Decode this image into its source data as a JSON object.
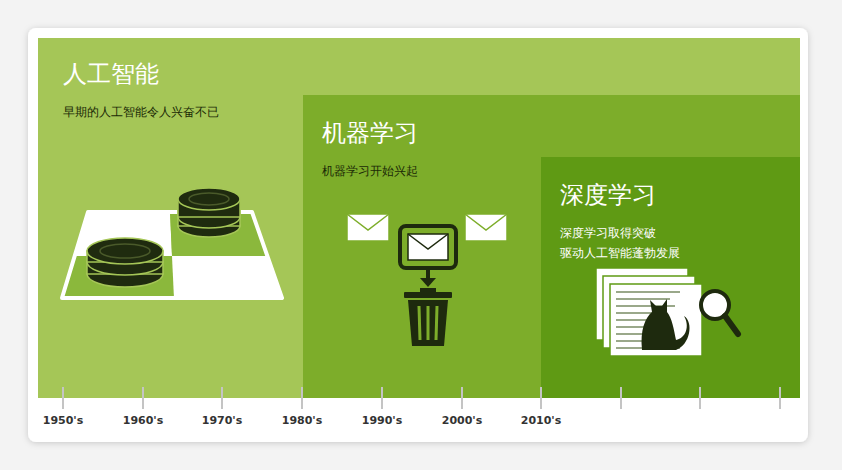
{
  "diagram": {
    "nodes": [
      {
        "text": [
          "人工智能",
          "早期的人工智能令人兴奋不已"
        ]
      },
      {
        "text": [
          "机器学习",
          "机器学习开始兴起"
        ],
        "in": 0
      },
      {
        "text": [
          "深度学习",
          "深度学习取得突破 驱动人工智能蓬勃发展"
        ],
        "in": 1
      }
    ],
    "labels": [
      "1950's",
      "1960's",
      "1970's",
      "1980's",
      "1990's",
      "2000's",
      "2010's"
    ]
  }
}
